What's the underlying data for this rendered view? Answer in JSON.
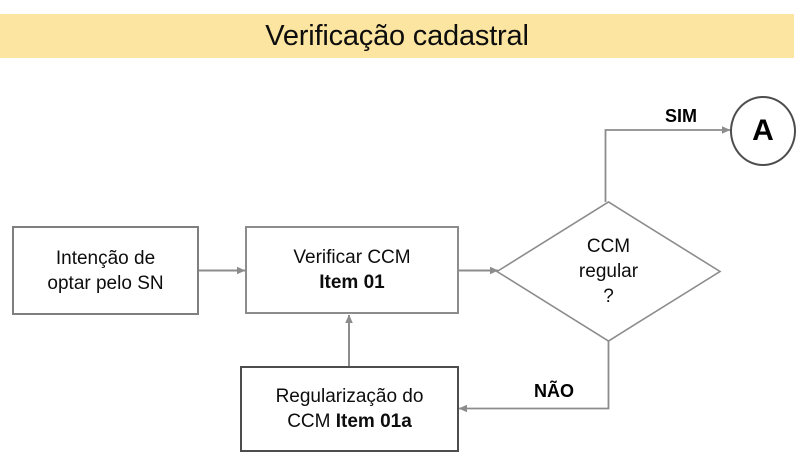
{
  "header": {
    "title": "Verificação cadastral",
    "banner_color": "#fce5a0"
  },
  "flowchart": {
    "line_color": "#8c8c8c",
    "nodes": {
      "start": {
        "type": "process",
        "line1": "Intenção de",
        "line2": "optar pelo SN"
      },
      "verify": {
        "type": "process",
        "line1": "Verificar CCM",
        "line2": "Item 01"
      },
      "decision": {
        "type": "decision",
        "line1": "CCM",
        "line2": "regular",
        "line3": "?"
      },
      "fix": {
        "type": "process",
        "line1": "Regularização do",
        "line2_normal": "CCM",
        "line2_bold": "Item 01a"
      },
      "connector": {
        "type": "connector",
        "label": "A"
      }
    },
    "branches": {
      "yes": "SIM",
      "no": "NÃO"
    }
  }
}
